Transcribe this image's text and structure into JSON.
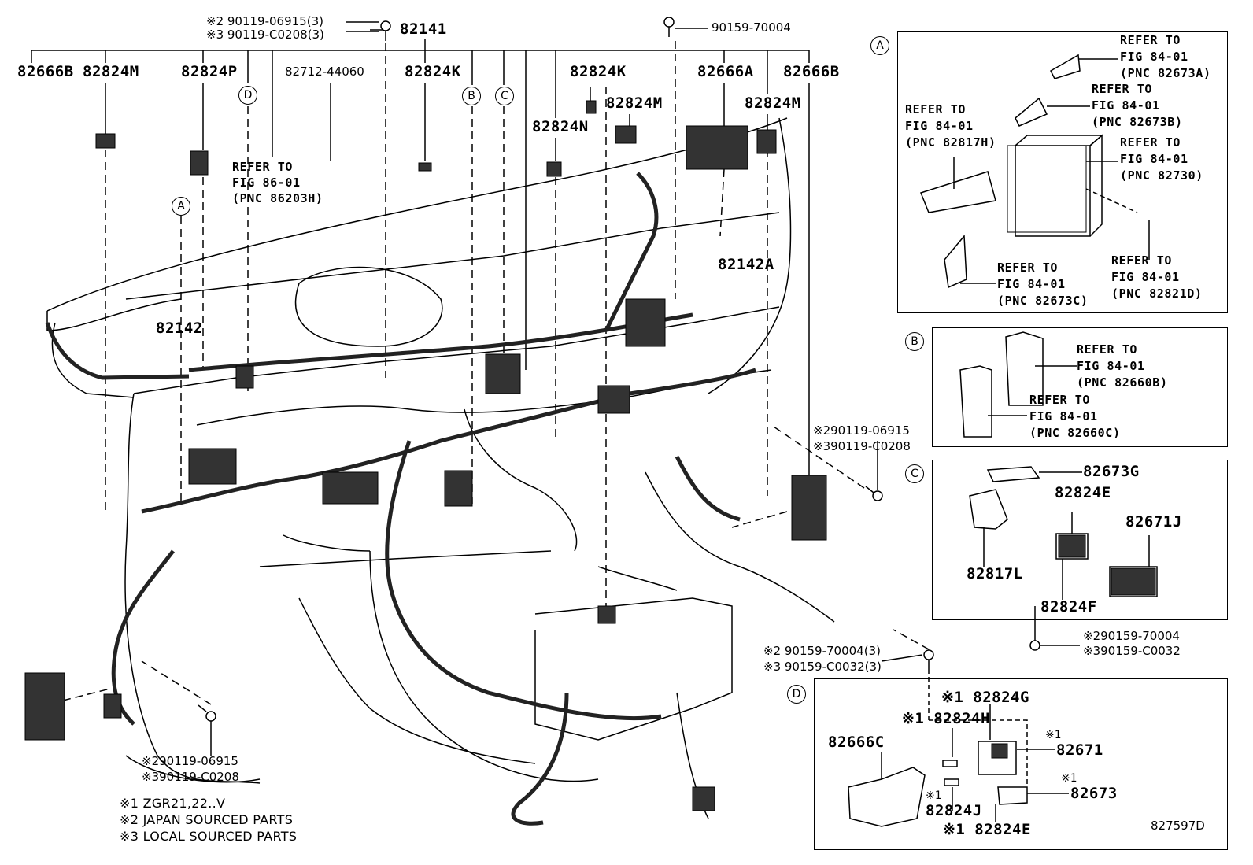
{
  "callouts": {
    "top_bolt_1": "※2 90119-06915(3)",
    "top_bolt_2": "※3 90119-C0208(3)",
    "p82141": "82141",
    "p90159_70004": "90159-70004",
    "p82666B_left": "82666B",
    "p82824M_left": "82824M",
    "p82824P": "82824P",
    "p82712": "82712-44060",
    "p82824K_1": "82824K",
    "p82824K_2": "82824K",
    "p82666A": "82666A",
    "p82666B_right": "82666B",
    "p82824M_mid": "82824M",
    "p82824M_right": "82824M",
    "p82824N": "82824N",
    "p82142A": "82142A",
    "p82142": "82142",
    "ref_86_l1": "REFER TO",
    "ref_86_l2": "FIG 86-01",
    "ref_86_l3": "(PNC 86203H)",
    "right_bolt_1": "※290119-06915",
    "right_bolt_2": "※390119-C0208",
    "bottom_bolt_1": "※290119-06915",
    "bottom_bolt_2": "※390119-C0208",
    "mid_bolt_1": "※2 90159-70004(3)",
    "mid_bolt_2": "※3 90159-C0032(3)",
    "c_bolt_1": "※290159-70004",
    "c_bolt_2": "※390159-C0032"
  },
  "legend": {
    "n1": "※1 ZGR21,22..V",
    "n2": "※2 JAPAN SOURCED PARTS",
    "n3": "※3 LOCAL SOURCED PARTS"
  },
  "circles": {
    "A": "A",
    "B": "B",
    "C": "C",
    "D": "D"
  },
  "panel_a": {
    "r1": [
      "REFER TO",
      "FIG 84-01",
      "(PNC 82673A)"
    ],
    "r2": [
      "REFER TO",
      "FIG 84-01",
      "(PNC 82673B)"
    ],
    "r3": [
      "REFER TO",
      "FIG 84-01",
      "(PNC 82817H)"
    ],
    "r4": [
      "REFER TO",
      "FIG 84-01",
      "(PNC 82730)"
    ],
    "r5": [
      "REFER TO",
      "FIG 84-01",
      "(PNC 82673C)"
    ],
    "r6": [
      "REFER TO",
      "FIG 84-01",
      "(PNC 82821D)"
    ]
  },
  "panel_b": {
    "r1": [
      "REFER TO",
      "FIG 84-01",
      "(PNC 82660B)"
    ],
    "r2": [
      "REFER TO",
      "FIG 84-01",
      "(PNC 82660C)"
    ]
  },
  "panel_c": {
    "p1": "82673G",
    "p2": "82824E",
    "p3": "82671J",
    "p4": "82817L",
    "p5": "82824F"
  },
  "panel_d": {
    "g": "※1 82824G",
    "h": "※1 82824H",
    "c": "82666C",
    "n671a": "※1",
    "n671b": "82671",
    "n673a": "※1",
    "n673b": "82673",
    "ja": "※1",
    "jb": "82824J",
    "e": "※1 82824E"
  },
  "figure_code": "827597D"
}
